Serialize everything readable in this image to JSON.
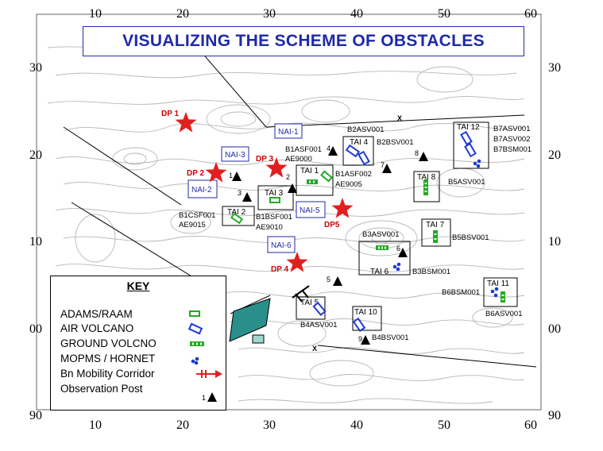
{
  "title": "VISUALIZING THE SCHEME OF OBSTACLES",
  "grid": {
    "top_ticks": [
      "10",
      "20",
      "30",
      "40",
      "50",
      "60"
    ],
    "bottom_ticks": [
      "10",
      "20",
      "30",
      "40",
      "50",
      "60"
    ],
    "left_ticks": [
      "30",
      "20",
      "10",
      "00",
      "90"
    ],
    "right_ticks": [
      "30",
      "20",
      "10",
      "00",
      "90"
    ]
  },
  "decision_points": [
    "DP 1",
    "DP 2",
    "DP 3",
    "DP 4",
    "DP5"
  ],
  "nais": [
    "NAI-1",
    "NAI-2",
    "NAI-3",
    "NAI-5",
    "NAI-6"
  ],
  "tais": [
    "TAI 1",
    "TAI 2",
    "TAI 3",
    "TAI 4",
    "TAI 5",
    "TAI 6",
    "TAI 7",
    "TAI 8",
    "TAI 10",
    "TAI 11",
    "TAI 12"
  ],
  "obstacle_labels": {
    "b2asv001": "B2ASV001",
    "b2bsv001": "B2BSV001",
    "b1asf001": "B1ASF001",
    "ae9000": "AE9000",
    "b1asf002": "B1ASF002",
    "ae9005": "AE9005",
    "b1csf001": "B1CSF001",
    "ae9015": "AE9015",
    "b1bsf001": "B1BSF001",
    "ae9010": "AE9010",
    "b7asv001": "B7ASV001",
    "b7asv002": "B7ASV002",
    "b7bsm001": "B7BSM001",
    "b5asv001": "B5ASV001",
    "b5bsv001": "B5BSV001",
    "b3asv001": "B3ASV001",
    "b3bsm001": "B3BSM001",
    "b6bsm001": "B6BSM001",
    "b6asv001": "B6ASV001",
    "b4asv001": "B4ASV001",
    "b4bsv001": "B4BSV001"
  },
  "observation_posts": [
    "1",
    "2",
    "3",
    "4",
    "5",
    "6",
    "7",
    "8",
    "9"
  ],
  "crossing_marks": [
    "X",
    "X"
  ],
  "key": {
    "title": "KEY",
    "items": [
      {
        "label": "ADAMS/RAAM",
        "icon": "adams-raam-icon",
        "color": "#22aa22"
      },
      {
        "label": "AIR VOLCANO",
        "icon": "air-volcano-icon",
        "color": "#1f3bd0"
      },
      {
        "label": "GROUND VOLCNO",
        "icon": "ground-volcano-icon",
        "color": "#22aa22"
      },
      {
        "label": "MOPMS / HORNET",
        "icon": "mopms-hornet-icon",
        "color": "#1f3bd0"
      },
      {
        "label": "Bn Mobility Corridor",
        "icon": "mobility-corridor-arrow-icon",
        "color": "#e02020"
      },
      {
        "label": "Observation Post",
        "icon": "observation-post-triangle-icon",
        "color": "#000000"
      }
    ],
    "sample_op_number": "1"
  },
  "colors": {
    "title_blue": "#1f2aa8",
    "dp_star_red": "#e02020",
    "contour_gray": "#b8b8b8",
    "green_obstacle": "#22aa22",
    "blue_obstacle": "#1f3bd0",
    "obstacle_area_fill": "#2a8f8a"
  }
}
